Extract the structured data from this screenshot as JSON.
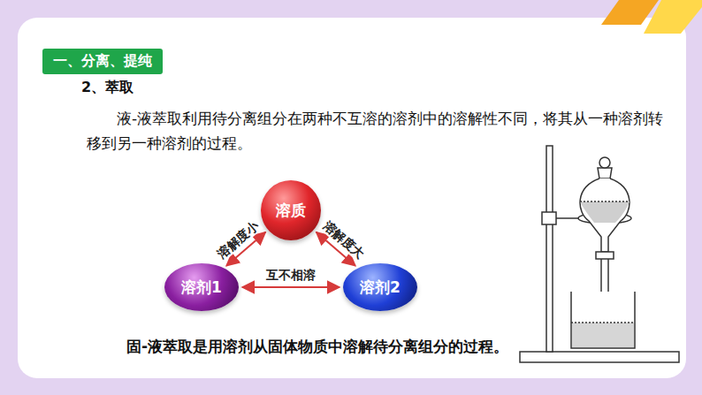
{
  "diagram": {
    "nodes": [
      {
        "text": [
          "一、分离、提纯"
        ]
      },
      {
        "text": [
          "溶质"
        ]
      },
      {
        "text": [
          "溶剂1"
        ]
      },
      {
        "text": [
          "溶剂2"
        ]
      }
    ],
    "edges": [
      {
        "from": 1,
        "to": 2,
        "label": "溶解度小",
        "arrow": "both"
      },
      {
        "from": 1,
        "to": 3,
        "label": "溶解度大",
        "arrow": "both"
      },
      {
        "from": 2,
        "to": 3,
        "label": "互不相溶",
        "arrow": "both"
      }
    ],
    "labels": [
      "2、萃取",
      "液-液萃取利用待分离组分在两种不互溶的溶剂中的溶解性不同，将其从一种溶剂转移到另一种溶剂的过程。",
      "固-液萃取是用溶剂从固体物质中溶解待分离组分的过程。"
    ]
  }
}
